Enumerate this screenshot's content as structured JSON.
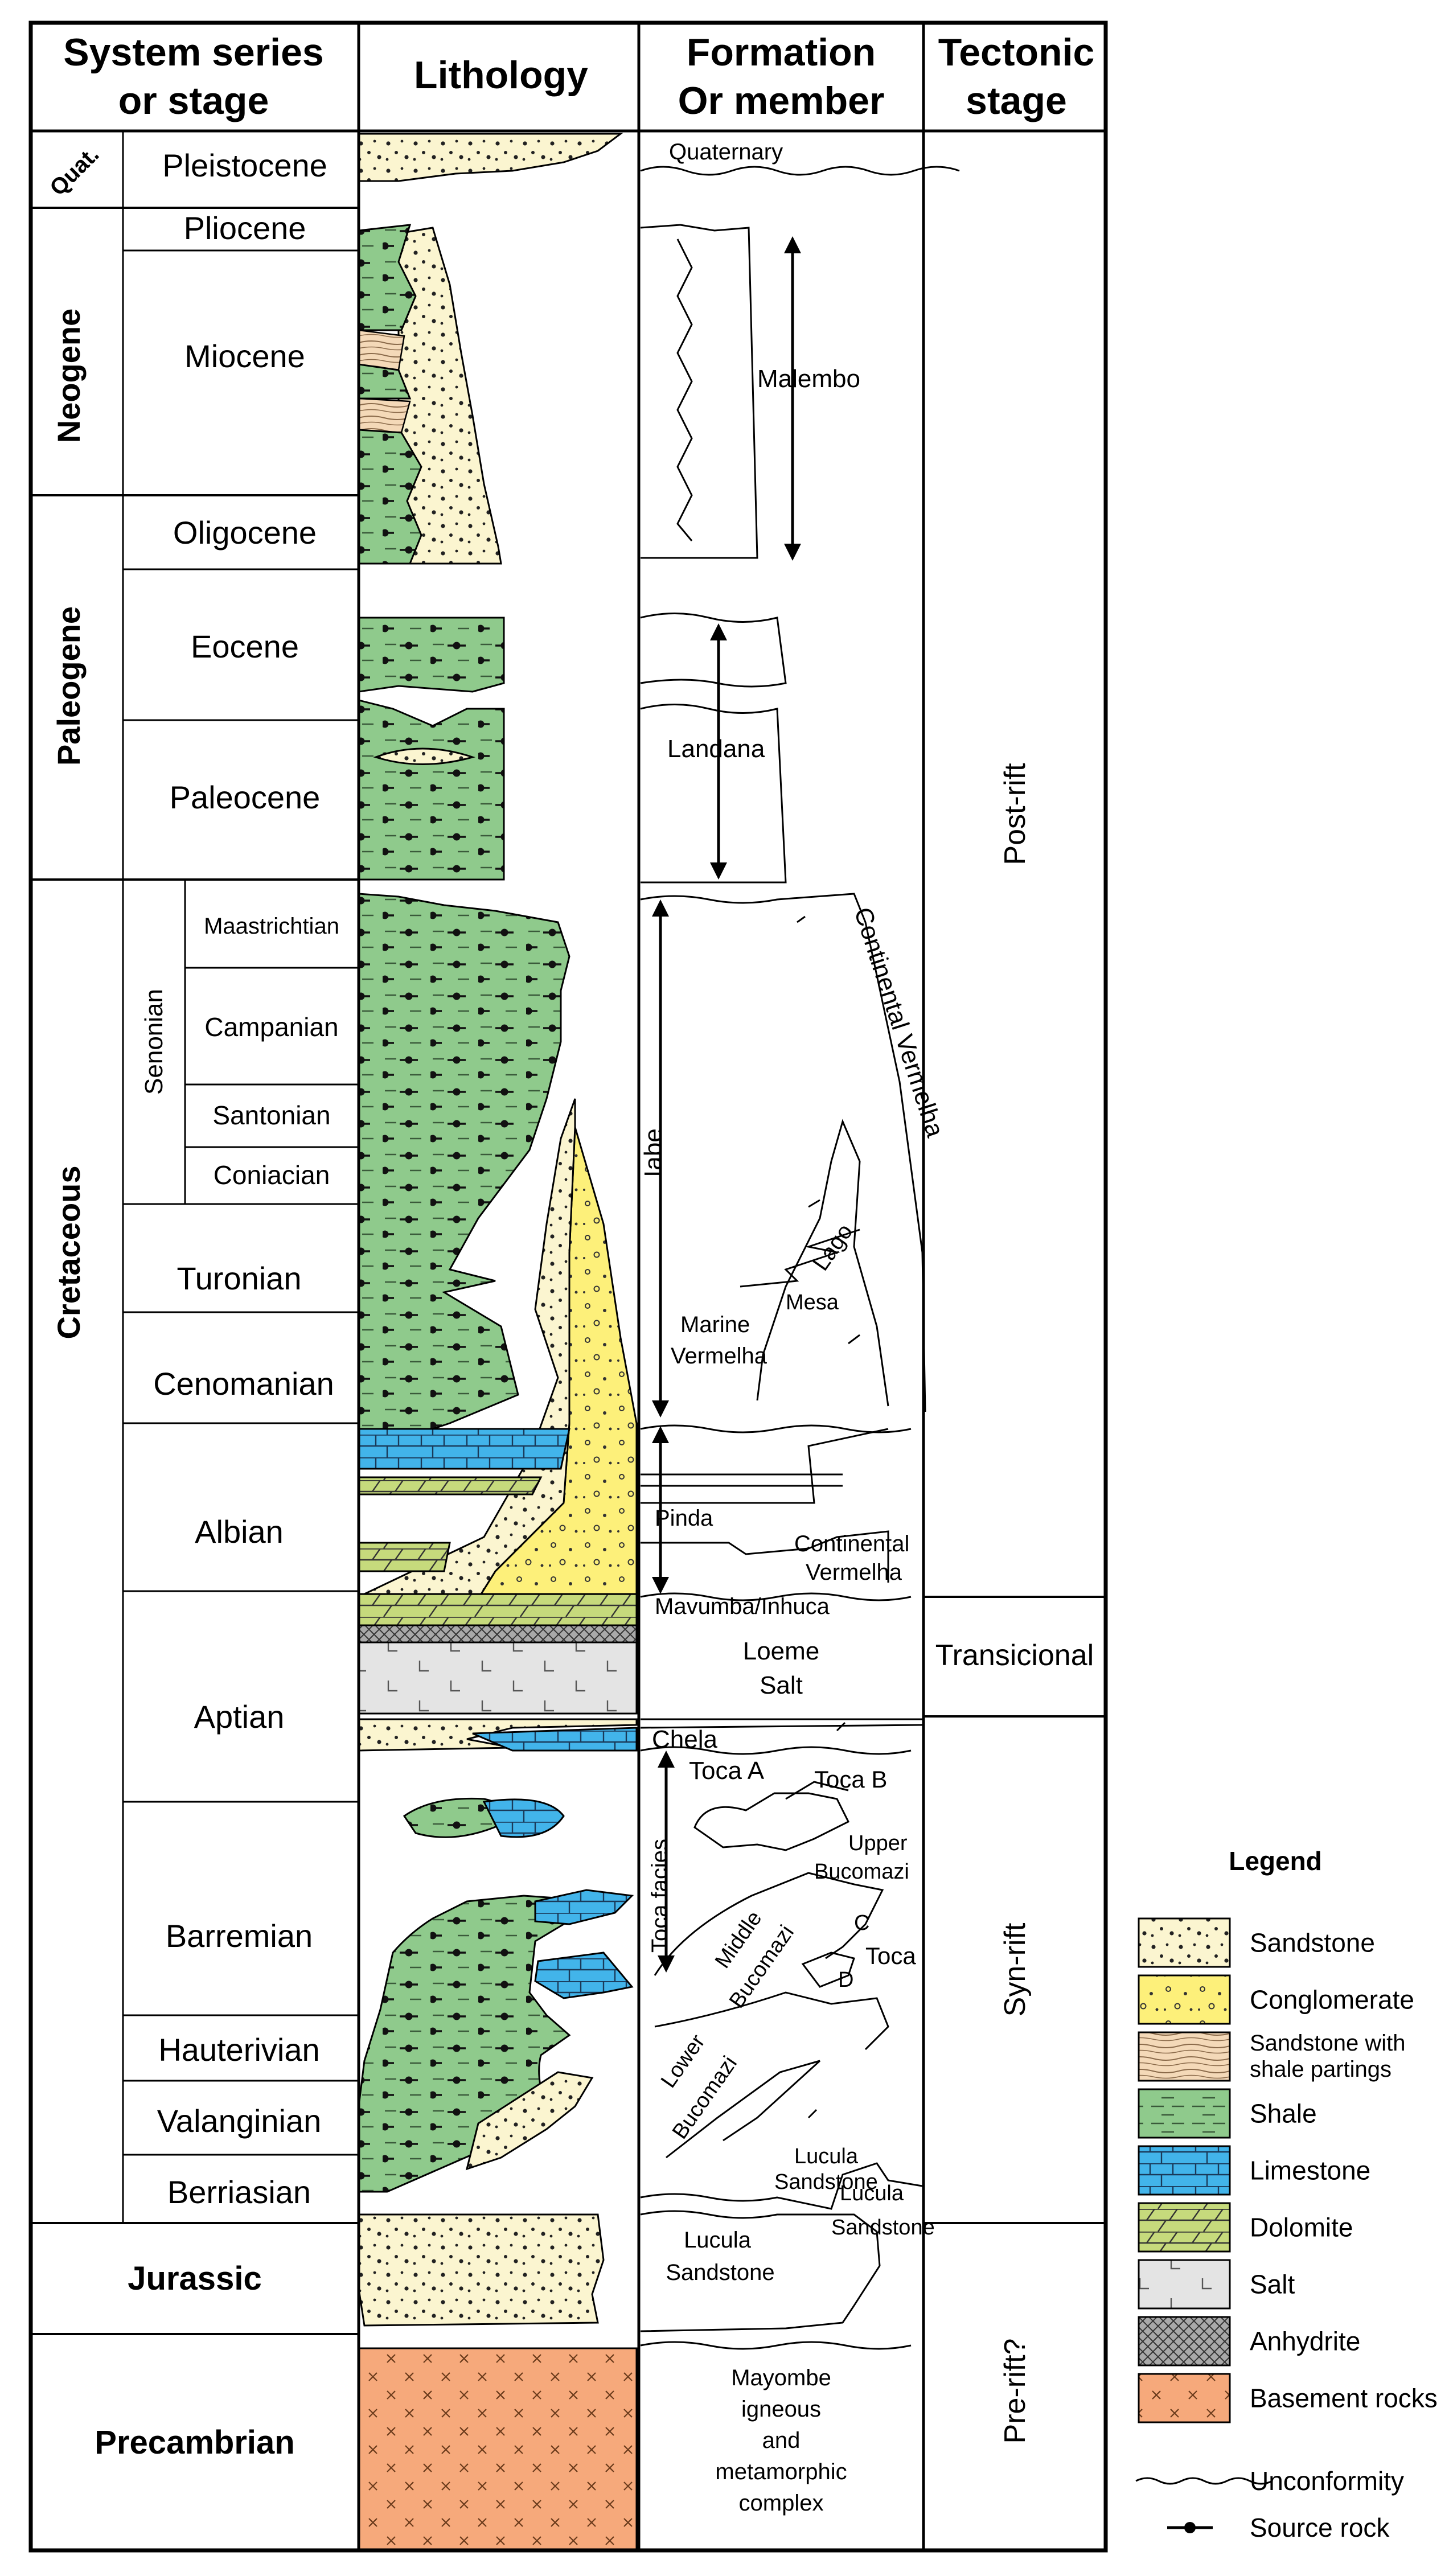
{
  "headers": {
    "system": [
      "System series",
      "or stage"
    ],
    "lithology": "Lithology",
    "formation": [
      "Formation",
      "Or member"
    ],
    "tectonic": [
      "Tectonic",
      "stage"
    ]
  },
  "systems": {
    "quat": "Quat.",
    "neogene": "Neogene",
    "paleogene": "Paleogene",
    "cretaceous": "Cretaceous",
    "senonian": "Senonian",
    "jurassic": "Jurassic",
    "precambrian": "Precambrian"
  },
  "stages": {
    "pleistocene": "Pleistocene",
    "pliocene": "Pliocene",
    "miocene": "Miocene",
    "oligocene": "Oligocene",
    "eocene": "Eocene",
    "paleocene": "Paleocene",
    "maastrichtian": "Maastrichtian",
    "campanian": "Campanian",
    "santonian": "Santonian",
    "coniacian": "Coniacian",
    "turonian": "Turonian",
    "cenomanian": "Cenomanian",
    "albian": "Albian",
    "aptian": "Aptian",
    "barremian": "Barremian",
    "hauterivian": "Hauterivian",
    "valanginian": "Valanginian",
    "berriasian": "Berriasian"
  },
  "formations": {
    "quaternary": "Quaternary",
    "malembo": "Malembo",
    "landana": "Landana",
    "continental_vermelha_top": "Continental Vermelha",
    "iabe": "Iabe",
    "lago": "Lago",
    "mesa": "Mesa",
    "marine": "Marine",
    "vermelha": "Vermelha",
    "pinda": "Pinda",
    "continental": "Continental",
    "vermelha2": "Vermelha",
    "mavumba": "Mavumba/Inhuca",
    "loeme": "Loeme",
    "salt": "Salt",
    "chela": "Chela",
    "toca_a": "Toca A",
    "toca_b": "Toca B",
    "upper": "Upper",
    "bucomazi1": "Bucomazi",
    "toca_facies": "Toca facies",
    "middle": "Middle",
    "bucomazi2": "Bucomazi",
    "c": "C",
    "toca": "Toca",
    "d": "D",
    "lower": "Lower",
    "bucomazi3": "Bucomazi",
    "lucula1a": "Lucula",
    "lucula1b": "Sandstone",
    "lucula2a": "Lucula",
    "lucula2b": "Sandstone",
    "lucula3a": "Lucula",
    "lucula3b": "Sandstone",
    "mayombe": [
      "Mayombe",
      "igneous",
      "and",
      "metamorphic",
      "complex"
    ]
  },
  "tectonic_stages": {
    "post_rift": "Post-rift",
    "transicional": "Transicional",
    "syn_rift": "Syn-rift",
    "pre_rift": "Pre-rift?"
  },
  "legend": {
    "title": "Legend",
    "items": [
      {
        "key": "sandstone",
        "label": [
          "Sandstone"
        ]
      },
      {
        "key": "conglomerate",
        "label": [
          "Conglomerate"
        ]
      },
      {
        "key": "sandshale",
        "label": [
          "Sandstone with",
          "shale partings"
        ]
      },
      {
        "key": "shale",
        "label": [
          "Shale"
        ]
      },
      {
        "key": "limestone",
        "label": [
          "Limestone"
        ]
      },
      {
        "key": "dolomite",
        "label": [
          "Dolomite"
        ]
      },
      {
        "key": "salt",
        "label": [
          "Salt"
        ]
      },
      {
        "key": "anhydrite",
        "label": [
          "Anhydrite"
        ]
      },
      {
        "key": "basement",
        "label": [
          "Basement rocks"
        ]
      }
    ],
    "unconformity": "Unconformity",
    "source_rock": "Source rock"
  },
  "colors": {
    "sandstone": "#fbf5d0",
    "conglomerate": "#fdf07a",
    "sandshale": "#f4d9b8",
    "shale": "#8fca8c",
    "limestone": "#42b4ea",
    "dolomite": "#c6da7c",
    "salt": "#e4e4e4",
    "anhydrite": "#a9a9a9",
    "basement": "#f6a97b"
  }
}
